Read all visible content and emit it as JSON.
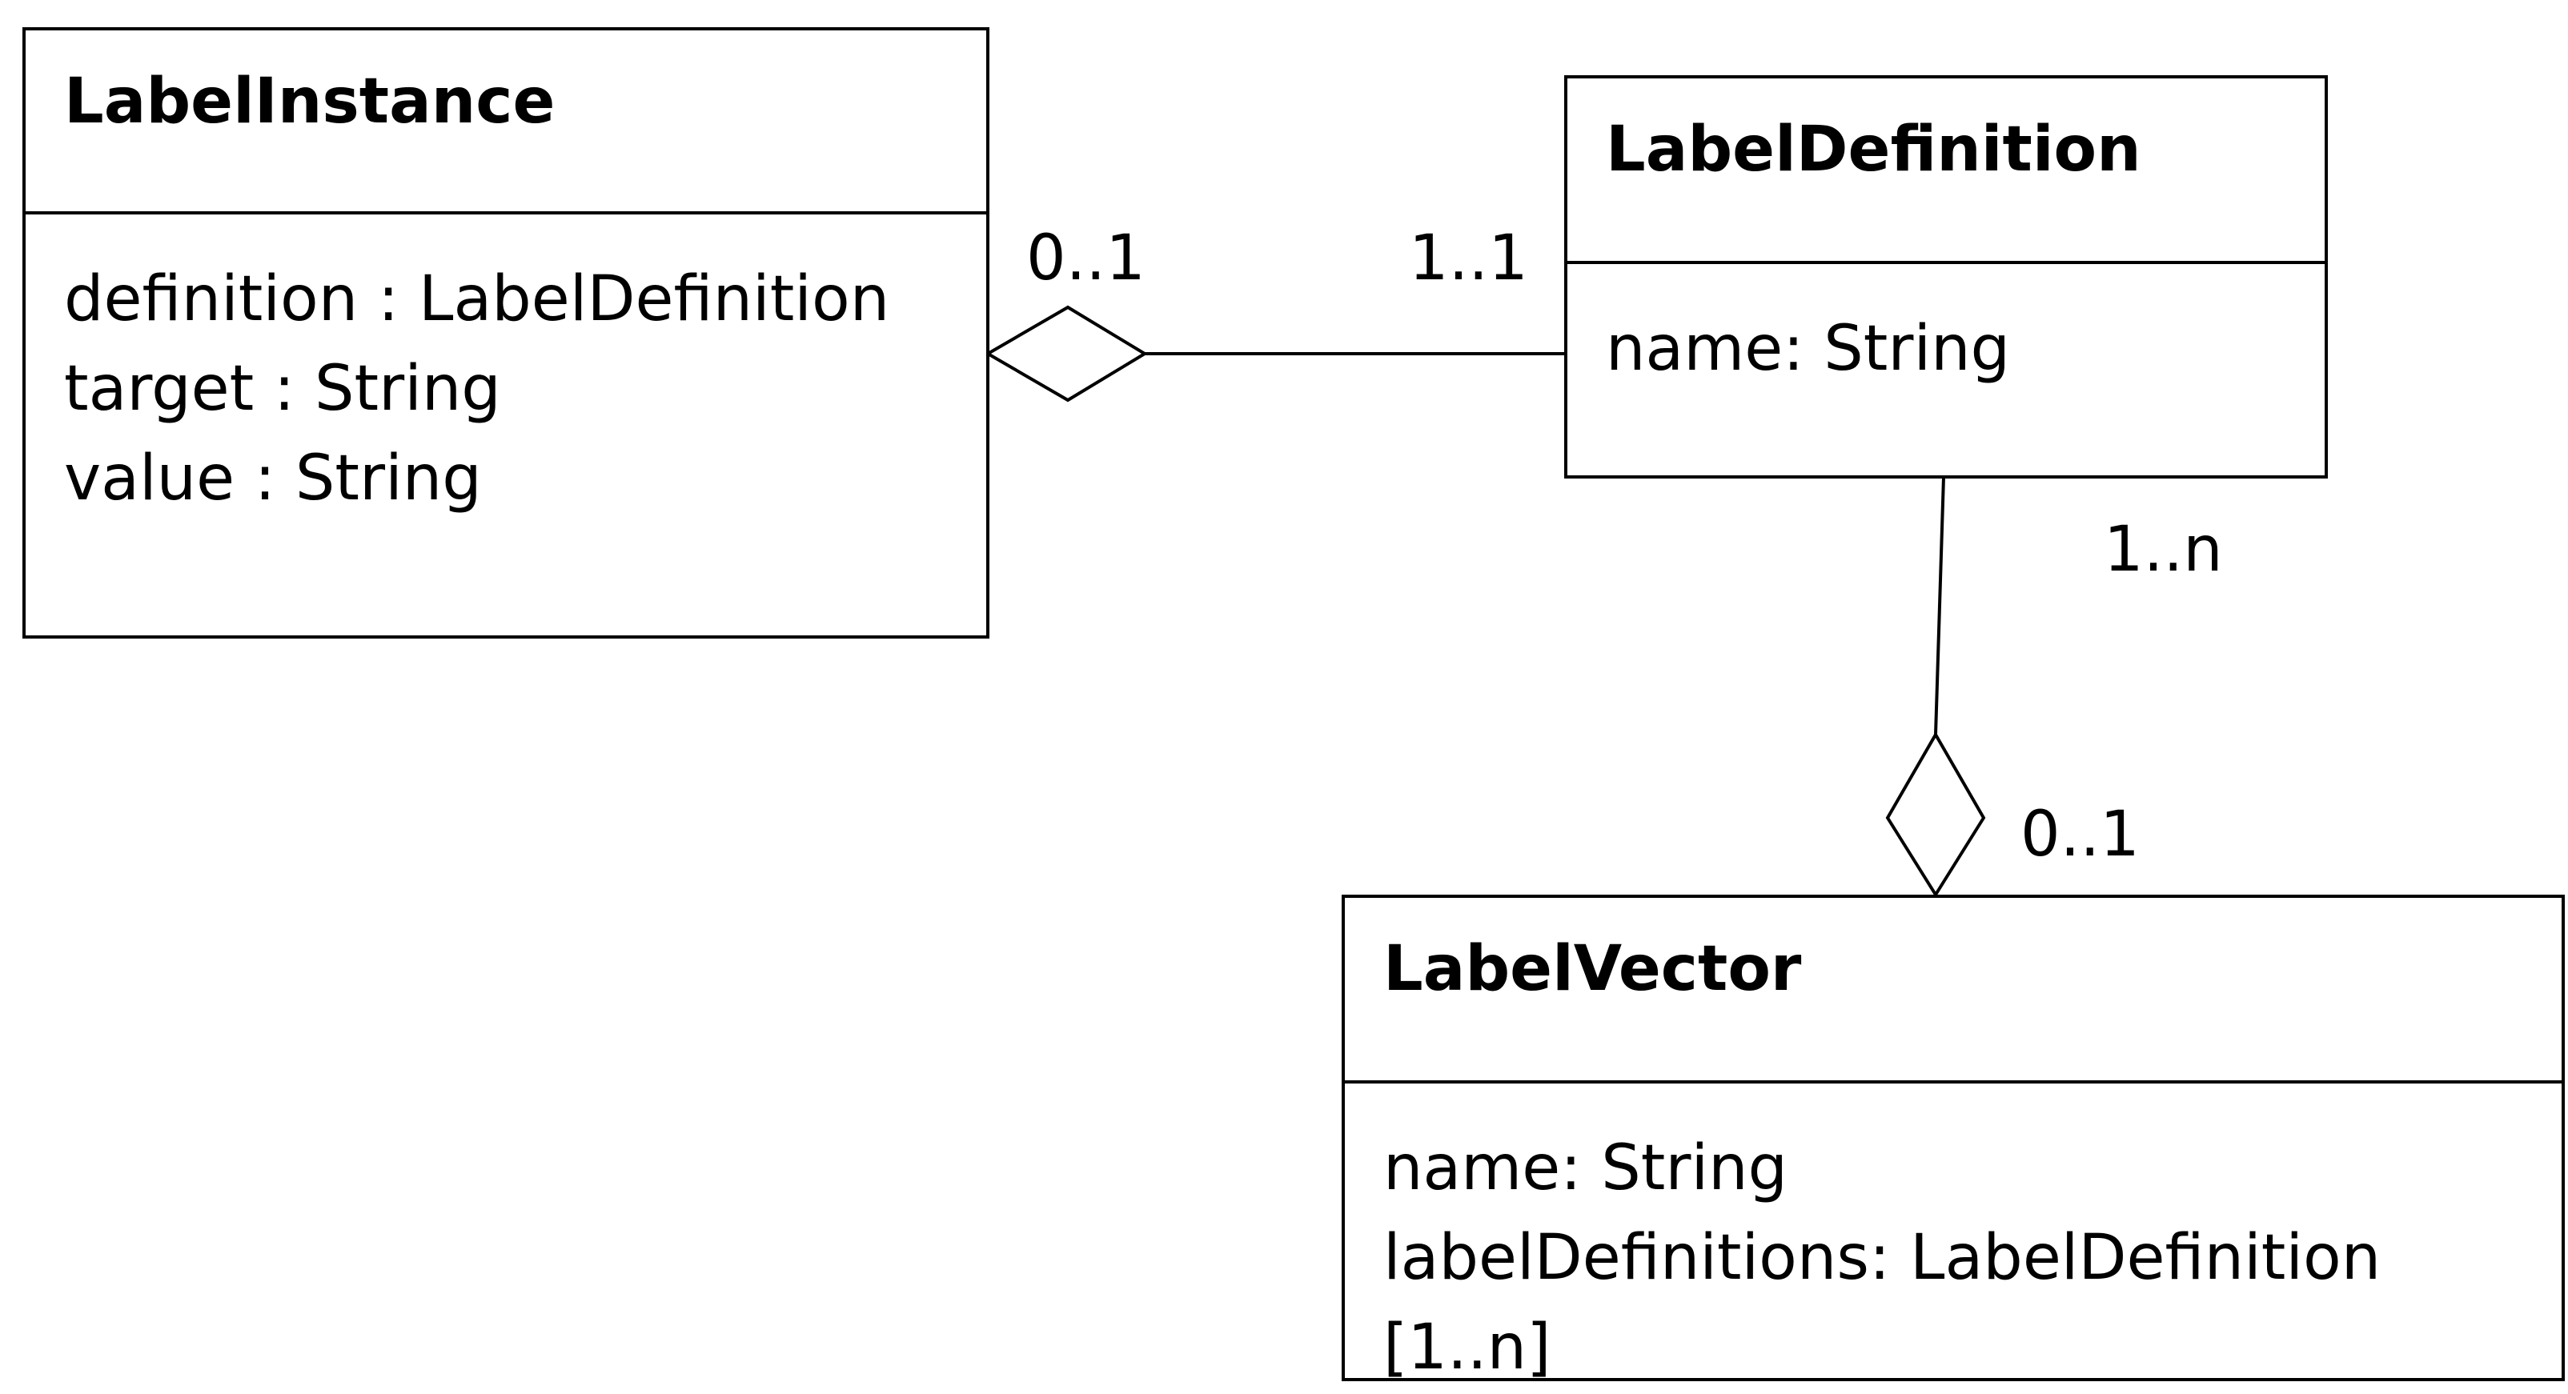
{
  "classes": [
    {
      "id": "label-instance",
      "name": "LabelInstance",
      "attributes": [
        "definition : LabelDefinition",
        "target : String",
        "value : String"
      ]
    },
    {
      "id": "label-definition",
      "name": "LabelDefinition",
      "attributes": [
        "name: String"
      ]
    },
    {
      "id": "label-vector",
      "name": "LabelVector",
      "attributes": [
        "name: String",
        "labelDefinitions: LabelDefinition [1..n]"
      ]
    }
  ],
  "associations": [
    {
      "type": "aggregation",
      "whole": "LabelInstance",
      "part": "LabelDefinition",
      "whole_multiplicity": "0..1",
      "part_multiplicity": "1..1"
    },
    {
      "type": "aggregation",
      "whole": "LabelVector",
      "part": "LabelDefinition",
      "whole_multiplicity": "0..1",
      "part_multiplicity": "1..n"
    }
  ]
}
